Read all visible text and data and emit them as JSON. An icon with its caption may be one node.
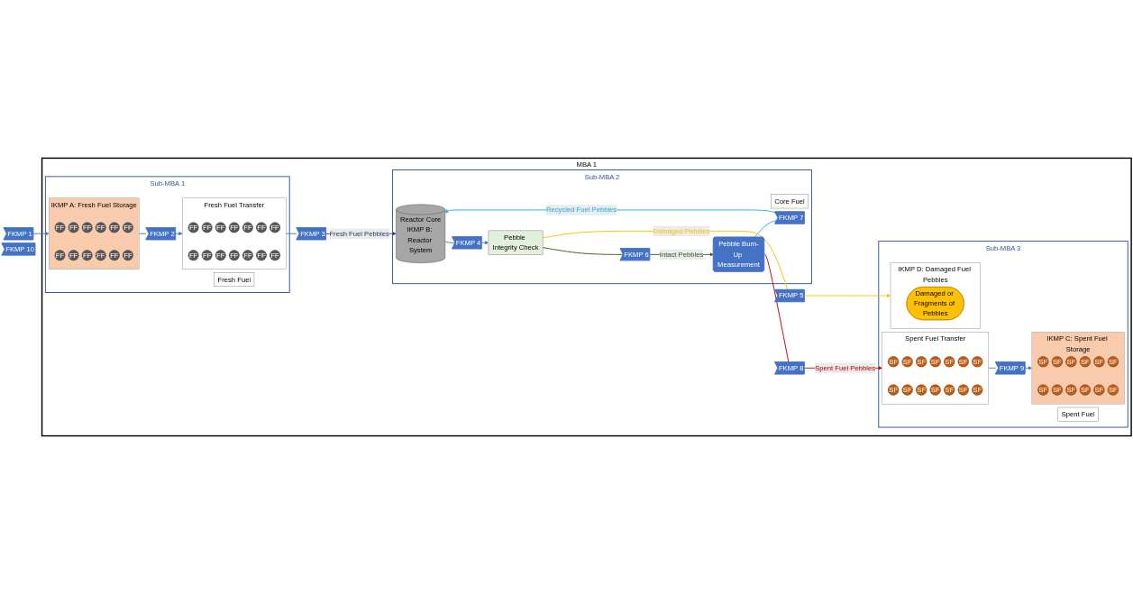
{
  "diagram": {
    "nodes": [
      {
        "text": [
          "MBA 1"
        ]
      },
      {
        "text": [
          "Sub-MBA 1"
        ],
        "in": 0
      },
      {
        "text": [
          "FKMP 1"
        ]
      },
      {
        "text": [
          "Fresh Fuel"
        ],
        "in": 1
      },
      {
        "text": [
          "IKMP A: Fresh Fuel Storage"
        ],
        "in": 1
      },
      {
        "text": [
          "FF"
        ],
        "in": 4
      },
      {
        "text": [
          "FF"
        ],
        "in": 4
      },
      {
        "text": [
          "FF"
        ],
        "in": 4
      },
      {
        "text": [
          "FF"
        ],
        "in": 4
      },
      {
        "text": [
          "FF"
        ],
        "in": 4
      },
      {
        "text": [
          "FF"
        ],
        "in": 4
      },
      {
        "text": [
          "FF"
        ],
        "in": 4
      },
      {
        "text": [
          "FF"
        ],
        "in": 4
      },
      {
        "text": [
          "FF"
        ],
        "in": 4
      },
      {
        "text": [
          "FF"
        ],
        "in": 4
      },
      {
        "text": [
          "FF"
        ],
        "in": 4
      },
      {
        "text": [
          "FF"
        ],
        "in": 4
      },
      {
        "text": [
          "FKMP 2"
        ],
        "in": 1
      },
      {
        "text": [
          "Fresh Fuel Transfer"
        ],
        "in": 1
      },
      {
        "text": [
          "FF"
        ],
        "in": 18
      },
      {
        "text": [
          "FF"
        ],
        "in": 18
      },
      {
        "text": [
          "FF"
        ],
        "in": 18
      },
      {
        "text": [
          "FF"
        ],
        "in": 18
      },
      {
        "text": [
          "FF"
        ],
        "in": 18
      },
      {
        "text": [
          "FF"
        ],
        "in": 18
      },
      {
        "text": [
          "FF"
        ],
        "in": 18
      },
      {
        "text": [
          "FF"
        ],
        "in": 18
      },
      {
        "text": [
          "FF"
        ],
        "in": 18
      },
      {
        "text": [
          "FF"
        ],
        "in": 18
      },
      {
        "text": [
          "FF"
        ],
        "in": 18
      },
      {
        "text": [
          "FF"
        ],
        "in": 18
      },
      {
        "text": [
          "FF"
        ],
        "in": 18
      },
      {
        "text": [
          "FF"
        ],
        "in": 18
      },
      {
        "text": [
          "Sub-MBA 2"
        ],
        "in": 0
      },
      {
        "text": [
          "FKMP 3"
        ],
        "in": 0
      },
      {
        "text": [
          "Core Fuel"
        ],
        "in": 33
      },
      {
        "text": [
          "Reactor Core",
          "IKMP B: Reactor System"
        ],
        "in": 33
      },
      {
        "text": [
          "FKMP 7"
        ],
        "in": 33
      },
      {
        "text": [
          "Pebble Burn-Up Measurement"
        ],
        "in": 33
      },
      {
        "text": [
          "FKMP 4"
        ],
        "in": 33
      },
      {
        "text": [
          "FKMP 6"
        ],
        "in": 33
      },
      {
        "text": [
          "Pebble Integrity Check"
        ],
        "in": 33
      },
      {
        "text": [
          "Sub-MBA 3"
        ],
        "in": 0
      },
      {
        "text": [
          "FKMP 8"
        ],
        "in": 0
      },
      {
        "text": [
          "Spent Fuel"
        ],
        "in": 42
      },
      {
        "text": [
          "Spent Fuel Transfer"
        ],
        "in": 42
      },
      {
        "text": [
          "SF"
        ],
        "in": 45
      },
      {
        "text": [
          "SF"
        ],
        "in": 45
      },
      {
        "text": [
          "SF"
        ],
        "in": 45
      },
      {
        "text": [
          "SF"
        ],
        "in": 45
      },
      {
        "text": [
          "SF"
        ],
        "in": 45
      },
      {
        "text": [
          "SF"
        ],
        "in": 45
      },
      {
        "text": [
          "SF"
        ],
        "in": 45
      },
      {
        "text": [
          "SF"
        ],
        "in": 45
      },
      {
        "text": [
          "SF"
        ],
        "in": 45
      },
      {
        "text": [
          "SF"
        ],
        "in": 45
      },
      {
        "text": [
          "SF"
        ],
        "in": 45
      },
      {
        "text": [
          "SF"
        ],
        "in": 45
      },
      {
        "text": [
          "SF"
        ],
        "in": 45
      },
      {
        "text": [
          "SF"
        ],
        "in": 45
      },
      {
        "text": [
          "IKMP C: Spent Fuel Storage"
        ],
        "in": 42
      },
      {
        "text": [
          "SF"
        ],
        "in": 60
      },
      {
        "text": [
          "SF"
        ],
        "in": 60
      },
      {
        "text": [
          "SF"
        ],
        "in": 60
      },
      {
        "text": [
          "SF"
        ],
        "in": 60
      },
      {
        "text": [
          "SF"
        ],
        "in": 60
      },
      {
        "text": [
          "SF"
        ],
        "in": 60
      },
      {
        "text": [
          "SF"
        ],
        "in": 60
      },
      {
        "text": [
          "SF"
        ],
        "in": 60
      },
      {
        "text": [
          "SF"
        ],
        "in": 60
      },
      {
        "text": [
          "SF"
        ],
        "in": 60
      },
      {
        "text": [
          "SF"
        ],
        "in": 60
      },
      {
        "text": [
          "SF"
        ],
        "in": 60
      },
      {
        "text": [
          "FKMP 9"
        ],
        "in": 42
      },
      {
        "text": [
          "FKMP 5"
        ],
        "in": 0
      },
      {
        "text": [
          "IKMP D: Damaged Fuel Pebbles"
        ],
        "in": 42
      },
      {
        "text": [
          "Damaged or Fragments of Pebbles"
        ],
        "in": 75
      },
      {
        "text": [
          "FKMP 10"
        ]
      }
    ],
    "edges": [
      {
        "from": 2,
        "to": 4,
        "arrow": "to"
      },
      {
        "from": 4,
        "to": 17,
        "arrow": "none"
      },
      {
        "from": 17,
        "to": 18,
        "arrow": "to"
      },
      {
        "from": 18,
        "to": 34,
        "arrow": "none"
      },
      {
        "from": 34,
        "to": 36,
        "arrow": "to",
        "label": "Fresh Fuel Pebbles",
        "color": "#2f3f70"
      },
      {
        "from": 37,
        "to": 36,
        "arrow": "to",
        "label": "Recycled Fuel Pebbles",
        "color": "#1fb0f0"
      },
      {
        "from": 38,
        "to": 37,
        "arrow": "none",
        "color": "#1fb0f0"
      },
      {
        "from": 36,
        "to": 39,
        "arrow": "none"
      },
      {
        "from": 39,
        "to": 41,
        "arrow": "to"
      },
      {
        "from": 41,
        "to": 40,
        "arrow": "none",
        "color": "#3a5e1f"
      },
      {
        "from": 40,
        "to": 38,
        "arrow": "to",
        "label": "Intact Pebbles",
        "color": "#3a5e1f"
      },
      {
        "from": 38,
        "to": 43,
        "arrow": "none",
        "color": "#c00000"
      },
      {
        "from": 43,
        "to": 45,
        "arrow": "to",
        "label": "Spent Fuel Pebbles",
        "color": "#c00000"
      },
      {
        "from": 45,
        "to": 73,
        "arrow": "none"
      },
      {
        "from": 73,
        "to": 60,
        "arrow": "to"
      },
      {
        "from": 41,
        "to": 74,
        "arrow": "none",
        "label": "Damaged Pebbles",
        "color": "#ffc000"
      },
      {
        "from": 74,
        "to": 75,
        "arrow": "to",
        "color": "#ffc000"
      }
    ]
  }
}
